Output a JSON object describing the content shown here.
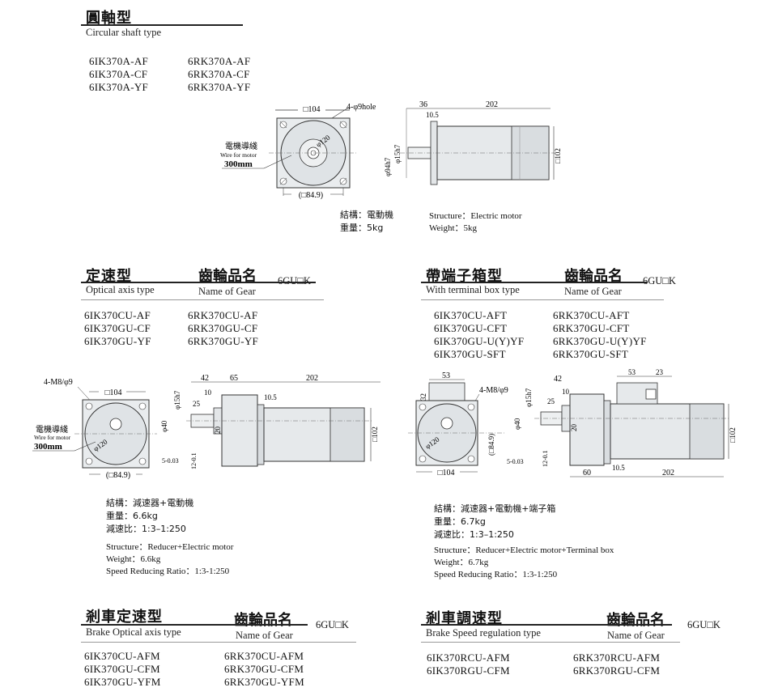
{
  "sec1": {
    "title_zh": "圓軸型",
    "title_en": "Circular shaft type",
    "models_left": [
      "6IK370A-AF",
      "6IK370A-CF",
      "6IK370A-YF"
    ],
    "models_right": [
      "6RK370A-AF",
      "6RK370A-CF",
      "6RK370A-YF"
    ],
    "spec_zh": [
      "結構：電動機",
      "重量：5kg"
    ],
    "spec_en": [
      "Structure：Electric motor",
      "Weight：5kg"
    ],
    "dims": {
      "sq": "□104",
      "holes": "4-φ9hole",
      "wire_zh": "電機導綫",
      "wire_en": "Wire for motor",
      "wire_len": "300mm",
      "d120": "φ120",
      "sq849": "(□84.9)",
      "d36": "36",
      "d105": "10.5",
      "d202": "202",
      "d94": "φ94h7",
      "d15": "φ15h7",
      "d102": "□102"
    }
  },
  "sec2": {
    "title_zh": "定速型",
    "title_en": "Optical axis type",
    "gear_zh": "齒輪品名",
    "gear_en": "Name of Gear",
    "gear_code": "6GU□K",
    "models_left": [
      "6IK370CU-AF",
      "6IK370GU-CF",
      "6IK370GU-YF"
    ],
    "models_right": [
      "6RK370CU-AF",
      "6RK370GU-CF",
      "6RK370GU-YF"
    ],
    "spec_zh": [
      "結構：減速器+電動機",
      "重量：6.6kg",
      "減速比：1:3–1:250"
    ],
    "spec_en": [
      "Structure：Reducer+Electric motor",
      "Weight：6.6kg",
      "Speed Reducing Ratio：1:3-1:250"
    ],
    "dims": {
      "m8": "4-M8/φ9",
      "sq": "□104",
      "wire_zh": "電機導綫",
      "wire_en": "Wire for motor",
      "wire_len": "300mm",
      "d120": "φ120",
      "sq849": "(□84.9)",
      "d42": "42",
      "d65": "65",
      "d202": "202",
      "d25": "25",
      "d10": "10",
      "d105": "10.5",
      "d40": "φ40",
      "d15": "φ15h7",
      "d20": "20",
      "d102": "□102",
      "key": "5-0.03",
      "key2": "12-0.1"
    }
  },
  "sec3": {
    "title_zh": "帶端子箱型",
    "title_en": "With terminal box type",
    "gear_zh": "齒輪品名",
    "gear_en": "Name of Gear",
    "gear_code": "6GU□K",
    "models_left": [
      "6IK370CU-AFT",
      "6IK370GU-CFT",
      "6IK370GU-U(Y)YF",
      "6IK370GU-SFT"
    ],
    "models_right": [
      "6RK370CU-AFT",
      "6RK370GU-CFT",
      "6RK370GU-U(Y)YF",
      "6RK370GU-SFT"
    ],
    "spec_zh": [
      "結構：減速器+電動機+端子箱",
      "重量：6.7kg",
      "減速比：1:3–1:250"
    ],
    "spec_en": [
      "Structure：Reducer+Electric motor+Terminal box",
      "Weight：6.7kg",
      "Speed Reducing Ratio：1:3-1:250"
    ],
    "dims": {
      "d53": "53",
      "d32": "32",
      "m8": "4-M8/φ9",
      "d120": "φ120",
      "sq849": "(□84.9)",
      "sq": "□104",
      "d42": "42",
      "d25": "25",
      "d10": "10",
      "d40": "φ40",
      "d15": "φ15h7",
      "d20": "20",
      "key": "5-0.03",
      "key2": "12-0.1",
      "d60": "60",
      "d105": "10.5",
      "d202": "202",
      "d53b": "53",
      "d23": "23",
      "d102": "□102"
    }
  },
  "sec4": {
    "title_zh": "剎車定速型",
    "title_en": "Brake Optical axis type",
    "gear_zh": "齒輪品名",
    "gear_en": "Name of Gear",
    "gear_code": "6GU□K",
    "models_left": [
      "6IK370CU-AFM",
      "6IK370GU-CFM",
      "6IK370GU-YFM"
    ],
    "models_right": [
      "6RK370CU-AFM",
      "6RK370GU-CFM",
      "6RK370GU-YFM"
    ]
  },
  "sec5": {
    "title_zh": "剎車調速型",
    "title_en": "Brake Speed regulation type",
    "gear_zh": "齒輪品名",
    "gear_en": "Name of Gear",
    "gear_code": "6GU□K",
    "models_left": [
      "6IK370RCU-AFM",
      "6IK370RGU-CFM"
    ],
    "models_right": [
      "6RK370RCU-AFM",
      "6RK370RGU-CFM"
    ]
  }
}
